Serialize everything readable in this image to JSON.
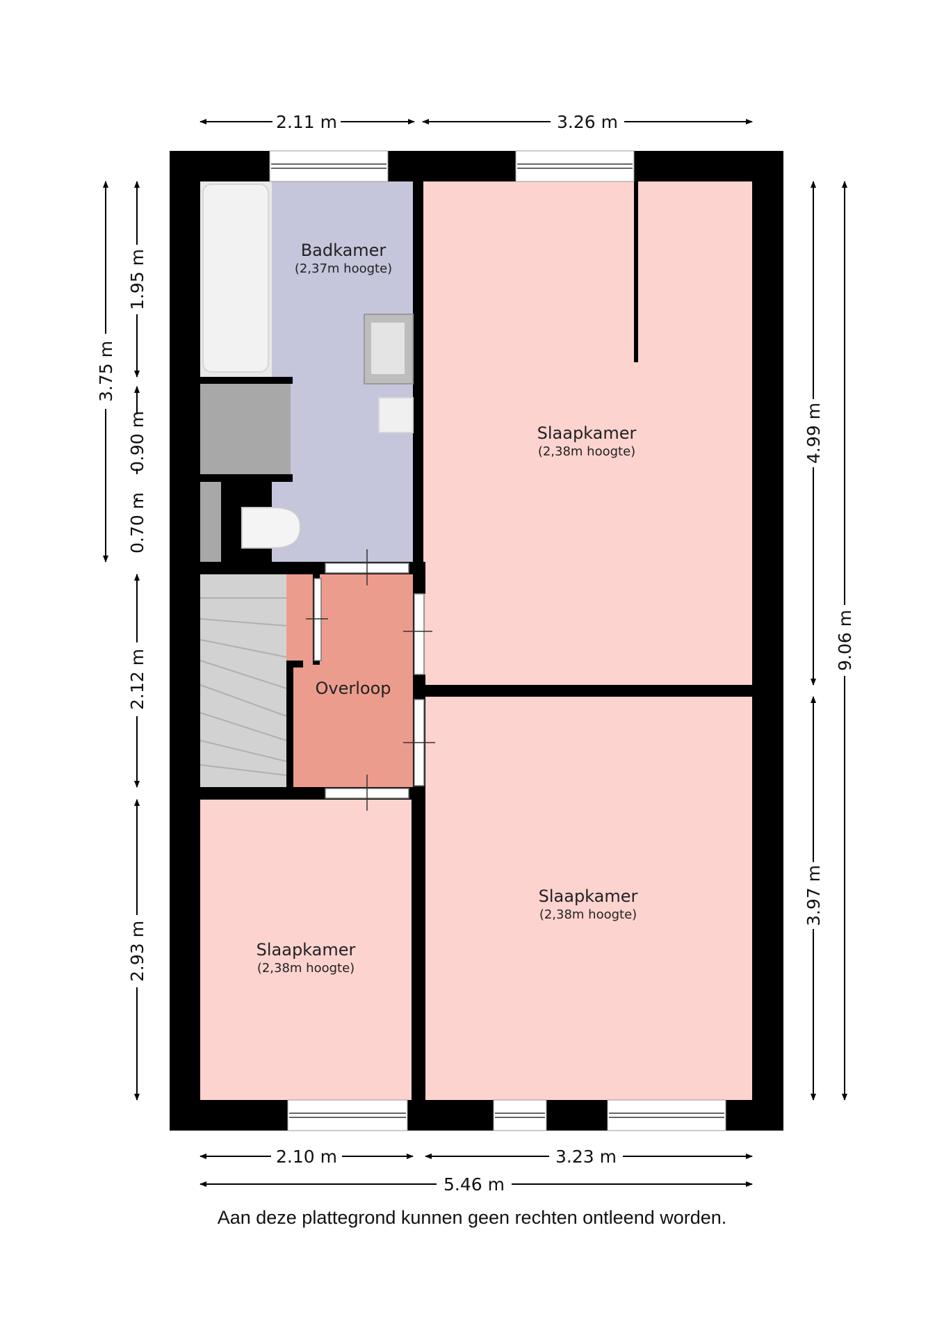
{
  "rooms": {
    "badkamer": {
      "name": "Badkamer",
      "height": "(2,37m hoogte)"
    },
    "slaapkamer_top_right": {
      "name": "Slaapkamer",
      "height": "(2,38m hoogte)"
    },
    "overloop": {
      "name": "Overloop"
    },
    "slaapkamer_bottom_right": {
      "name": "Slaapkamer",
      "height": "(2,38m hoogte)"
    },
    "slaapkamer_bottom_left": {
      "name": "Slaapkamer",
      "height": "(2,38m hoogte)"
    }
  },
  "dimensions": {
    "top_left": "2.11 m",
    "top_right": "3.26 m",
    "bottom_left": "2.10 m",
    "bottom_right": "3.23 m",
    "bottom_total": "5.46 m",
    "left_outer": "3.75 m",
    "left_1": "1.95 m",
    "left_2": "0.90 m",
    "left_3": "0.70 m",
    "left_4": "2.12 m",
    "left_5": "2.93 m",
    "right_inner_top": "4.99 m",
    "right_inner_bottom": "3.97 m",
    "right_outer": "9.06 m"
  },
  "disclaimer": "Aan deze plattegrond kunnen geen rechten ontleend worden.",
  "colors": {
    "wall": "#000000",
    "bathroom": "#c5c5dc",
    "bedroom": "#fcd3cf",
    "landing": "#ec9c8d",
    "stairs": "#cfcfcf",
    "fixture": "#e6e6e6"
  }
}
